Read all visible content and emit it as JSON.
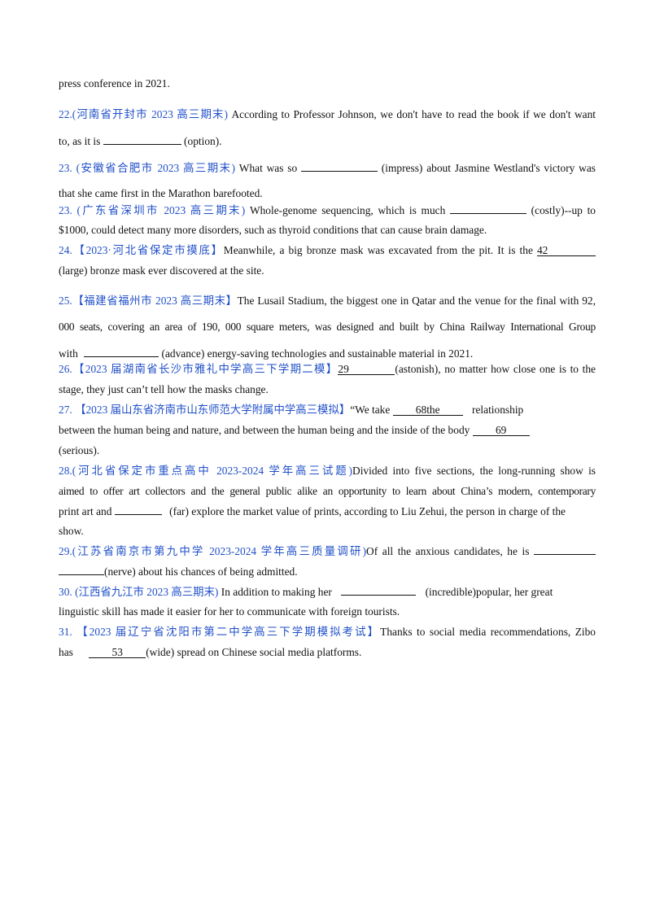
{
  "intro_tail": "press conference in 2021.",
  "q22": {
    "num": "22.",
    "source": "(河南省开封市 2023 高三期末)",
    "l1_text": " According to Professor Johnson, we don't have to read the book if we don't want",
    "l2_pre": "to, as it is ",
    "blank": "",
    "l2_post": " (option)."
  },
  "q23a": {
    "num": "23. ",
    "source": "(安徽省合肥市 2023 高三期末)",
    "pre": " What was so ",
    "blank": "",
    "post": " (impress) about Jasmine Westland's victory was",
    "l2": "that she came first in the Marathon barefooted."
  },
  "q23b": {
    "num": "23. ",
    "source": "(广东省深圳市 2023 高三期末)",
    "pre": " Whole-genome sequencing, which is much ",
    "blank": "",
    "post": " (costly)--up to",
    "l2": "$1000, could detect many more disorders, such as thyroid conditions that can cause brain damage."
  },
  "q24": {
    "num": "24.",
    "source": "【2023·河北省保定市摸底】",
    "pre": "Meanwhile, a big bronze mask was excavated from the pit. It is the ",
    "blank": "42",
    "l2": "(large) bronze mask ever discovered at the site."
  },
  "q25": {
    "num": "25.",
    "source": "【福建省福州市 2023 高三期末】",
    "l1": "The  Lusail Stadium, the biggest one in Qatar and the venue for the final with 92,",
    "l2": "000 seats, covering an  area of 190, 000 square meters, was designed and built by China Railway International Group",
    "l3_pre": "with ",
    "blank": "",
    "l3_post": " (advance) energy-saving technologies and sustainable material in 2021."
  },
  "q26": {
    "num": "26.",
    "source": "【2023 届湖南省长沙市雅礼中学高三下学期二模】",
    "blank": "29",
    "post": "(astonish), no matter how close one is to the",
    "l2": "stage, they just can’t tell how the masks change."
  },
  "q27": {
    "num": "27. ",
    "source": "【2023 届山东省济南市山东师范大学附属中学高三模拟】",
    "pre": "“We take ",
    "blank1": "68the",
    "post1": " relationship",
    "l2_pre": "between the human being and nature, and between the human being and the inside of the body ",
    "blank2": "69",
    "l3": "(serious)."
  },
  "q28": {
    "num": "28.",
    "source": "(河北省保定市重点高中 2023-2024 学年高三试题)",
    "l1_post": "Divided  into five sections, the long-running show is",
    "l2": "aimed  to  offer art collectors and the general public alike an opportunity to learn about China’s modern, contemporary",
    "l3_pre": "print art and ",
    "blank": "",
    "l3_post": " (far) explore the market value of prints, according to Liu Zehui, the person in charge of the",
    "l4": "show."
  },
  "q29": {
    "num": "29.",
    "source": "(江苏省南京市第九中学 2023-2024 学年高三质量调研)",
    "post": "Of all the anxious candidates, he is ",
    "blank": "",
    "l2_post": "(nerve) about his chances of being admitted."
  },
  "q30": {
    "num": "30. ",
    "source": "(江西省九江市 2023 高三期末)",
    "pre": " In addition to making her ",
    "blank": "",
    "post": " (incredible)popular, her great",
    "l2": "linguistic skill has made it easier for her  to  communicate with foreign tourists."
  },
  "q31": {
    "num": "31. ",
    "source": "【2023 届辽宁省沈阳市第二中学高三下学期模拟考试】",
    "post": "Thanks to social media recommendations, Zibo",
    "l2_pre": "has ",
    "blank": "53",
    "l2_post": "(wide) spread on Chinese social media platforms."
  }
}
